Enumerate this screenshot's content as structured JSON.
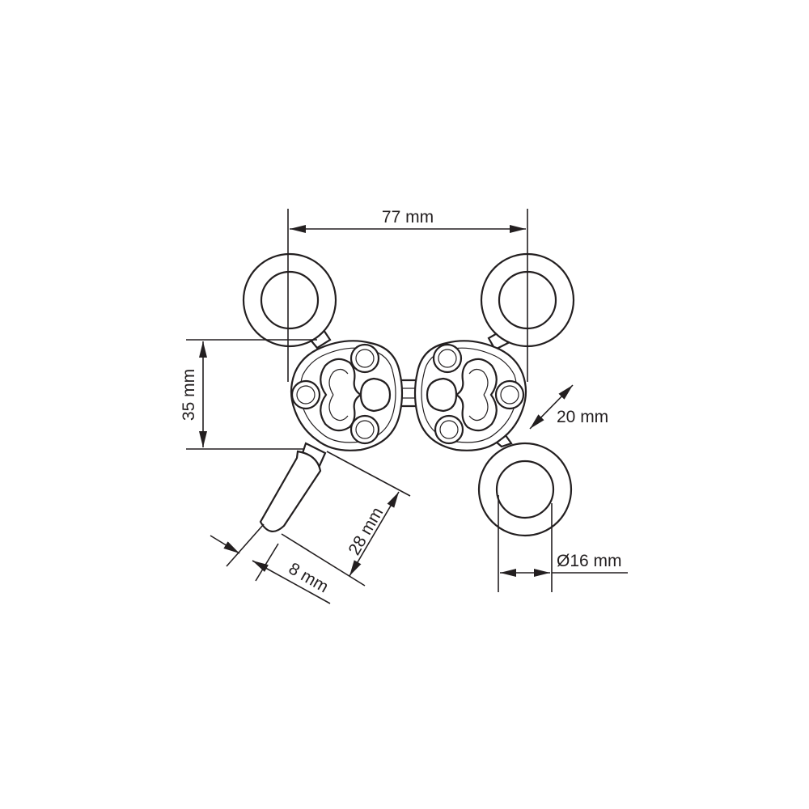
{
  "dimensions": {
    "width_77": "77 mm",
    "height_35": "35 mm",
    "pitch_20": "20 mm",
    "length_28": "28 mm",
    "width_8": "8 mm",
    "diameter_16": "Ø16 mm"
  },
  "colors": {
    "line": "#231f20",
    "background": "#ffffff"
  }
}
